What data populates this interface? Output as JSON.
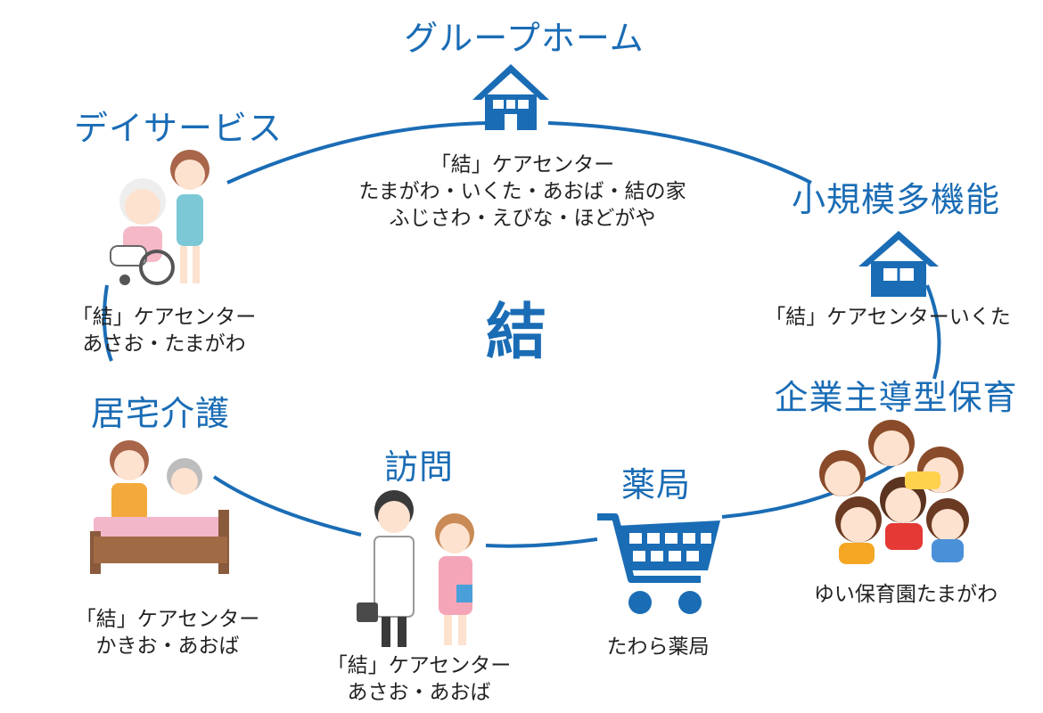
{
  "center_label": "結",
  "services": {
    "group_home": {
      "title": "グループホーム",
      "lines": [
        "「結」ケアセンター",
        "たまがわ・いくた・あおば・結の家",
        "ふじさわ・えびな・ほどがや"
      ],
      "icon": "house-building-icon"
    },
    "day_service": {
      "title": "デイサービス",
      "lines": [
        "「結」ケアセンター",
        "あさお・たまがわ"
      ],
      "icon": "wheelchair-care-illustration"
    },
    "small_multi": {
      "title": "小規模多機能",
      "lines": [
        "「結」ケアセンターいくた"
      ],
      "icon": "house-icon"
    },
    "home_care": {
      "title": "居宅介護",
      "lines": [
        "「結」ケアセンター",
        "かきお・あおば"
      ],
      "icon": "bed-care-illustration"
    },
    "visit": {
      "title": "訪問",
      "lines": [
        "「結」ケアセンター",
        "あさお・あおば"
      ],
      "icon": "doctor-nurse-illustration"
    },
    "pharmacy": {
      "title": "薬局",
      "lines": [
        "たわら薬局"
      ],
      "icon": "shopping-cart-icon"
    },
    "nursery": {
      "title": "企業主導型保育",
      "lines": [
        "ゆい保育園たまがわ"
      ],
      "icon": "children-illustration"
    }
  },
  "colors": {
    "brand_blue": "#1a6cb5",
    "text": "#222222"
  }
}
